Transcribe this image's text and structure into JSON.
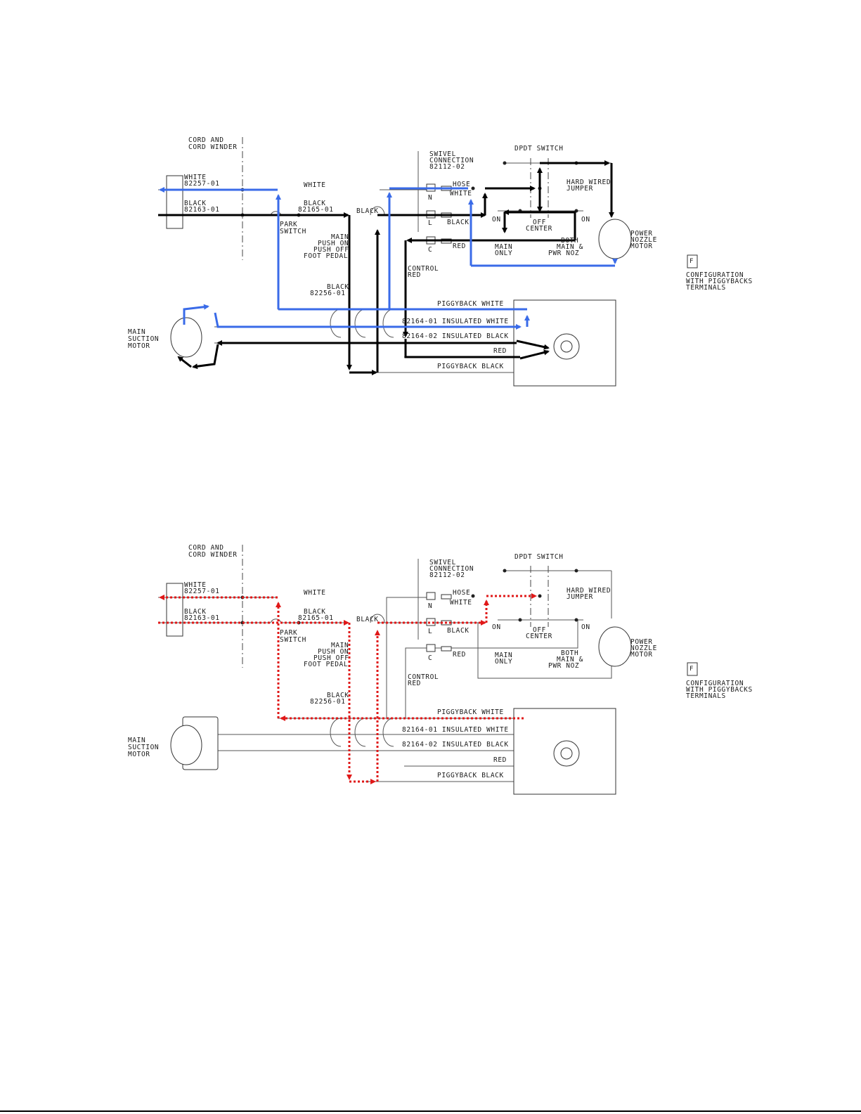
{
  "labels": {
    "cord_and": "CORD AND",
    "cord_winder": "CORD WINDER",
    "white": "WHITE",
    "white_part": "82257-01",
    "black": "BLACK",
    "black_part": "82163-01",
    "white_wire": "WHITE",
    "black_park": "BLACK",
    "black_park_part": "82165-01",
    "park": "PARK",
    "switch": "SWITCH",
    "black_main": "BLACK",
    "main": "MAIN",
    "push_on": "PUSH ON",
    "push_off": "PUSH OFF",
    "foot_pedal": "FOOT PEDAL",
    "black_lower": "BLACK",
    "black_lower_part": "82256-01",
    "swivel": "SWIVEL",
    "connection": "CONNECTION",
    "swivel_part": "82112-02",
    "n": "N",
    "l": "L",
    "c": "C",
    "hose": "HOSE",
    "hose_white": "WHITE",
    "hose_black": "BLACK",
    "hose_red": "RED",
    "control": "CONTROL",
    "control_red": "RED",
    "dpdt": "DPDT SWITCH",
    "hard_wired": "HARD WIRED",
    "jumper": "JUMPER",
    "on_left": "ON",
    "on_right": "ON",
    "off": "OFF",
    "center": "CENTER",
    "main_only_1": "MAIN",
    "main_only_2": "ONLY",
    "both_1": "BOTH",
    "both_2": "MAIN &",
    "both_3": "PWR NOZ",
    "power": "POWER",
    "nozzle": "NOZZLE",
    "motor": "MOTOR",
    "config_icon": "F",
    "config_1": "CONFIGURATION",
    "config_2": "WITH PIGGYBACKS",
    "config_3": "TERMINALS",
    "piggy_white": "PIGGYBACK WHITE",
    "ins_white": "82164-01 INSULATED WHITE",
    "ins_black": "82164-02 INSULATED BLACK",
    "red_term": "RED",
    "piggy_black": "PIGGYBACK BLACK",
    "main_s": "MAIN",
    "suction": "SUCTION",
    "suction_motor": "MOTOR"
  },
  "colors": {
    "current_path": "#000000",
    "neutral_path": "#3a6be8",
    "park_path": "#e01818"
  }
}
